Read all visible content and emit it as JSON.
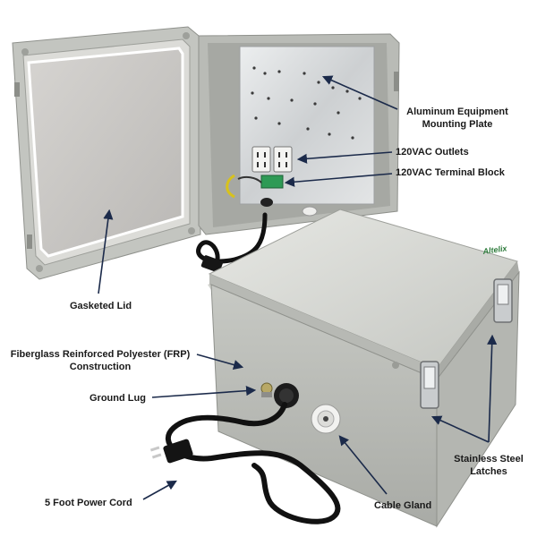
{
  "labels": {
    "mounting_plate_line1": "Aluminum Equipment",
    "mounting_plate_line2": "Mounting Plate",
    "outlets": "120VAC Outlets",
    "terminal_block": "120VAC Terminal Block",
    "gasketed_lid": "Gasketed Lid",
    "frp_line1": "Fiberglass Reinforced Polyester (FRP)",
    "frp_line2": "Construction",
    "ground_lug": "Ground Lug",
    "latches_line1": "Stainless Steel",
    "latches_line2": "Latches",
    "power_cord": "5 Foot Power Cord",
    "cable_gland": "Cable Gland"
  },
  "brand_mark": "Altelix",
  "colors": {
    "enclosure_body": "#c9cbc6",
    "enclosure_lid": "#d9dad5",
    "plate": "#d8dadc",
    "cord": "#111111",
    "arrow": "#1b2a4a",
    "text": "#1a1a1a"
  }
}
